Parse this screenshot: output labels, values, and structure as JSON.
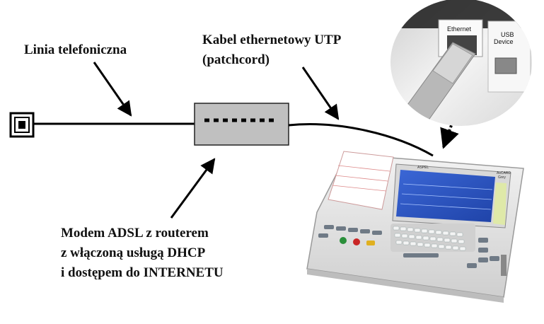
{
  "labels": {
    "phone_line": "Linia telefoniczna",
    "cable": [
      "Kabel ethernetowy UTP",
      "(patchcord)"
    ],
    "modem": [
      "Modem ADSL z routerem",
      "z włączoną usługą DHCP",
      "i dostępem do INTERNETU"
    ]
  },
  "photo_port_labels": {
    "ethernet": "Ethernet",
    "usb": [
      "USB",
      "Device"
    ]
  },
  "device_branding": {
    "brand": "ASPEL",
    "model": [
      "AsCARD",
      "Grey"
    ]
  },
  "colors": {
    "line": "#000000",
    "modem_fill": "#c0c0c0",
    "screen": "#2a56c8",
    "device_body": "#e6e6e6"
  }
}
